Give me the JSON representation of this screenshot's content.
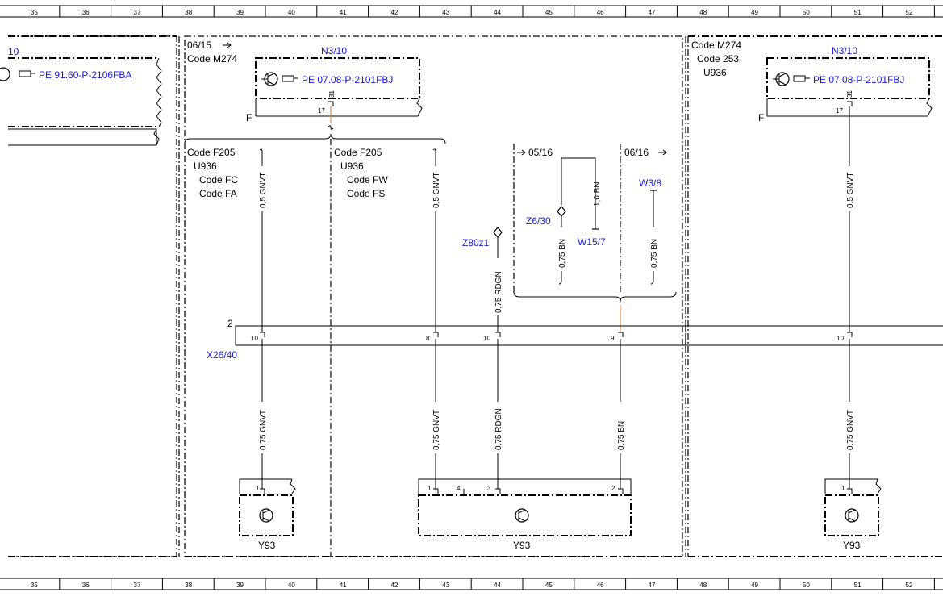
{
  "ruler": {
    "columns": [
      "35",
      "36",
      "37",
      "38",
      "39",
      "40",
      "41",
      "42",
      "43",
      "44",
      "45",
      "46",
      "47",
      "48",
      "49",
      "50",
      "51",
      "52"
    ]
  },
  "left_panel": {
    "ref_partial": "10",
    "pe_ref": "PE 91.60-P-2106FBA"
  },
  "middle_panel": {
    "date": "06/15",
    "code": "Code M274",
    "module": "N3/10",
    "pe_ref": "PE 07.08-P-2101FBJ",
    "pin_top": "31",
    "pin_bottom": "17",
    "f_label": "F",
    "branch_left": {
      "codes": [
        "Code F205",
        "U936",
        "Code FC",
        "Code FA"
      ],
      "wire_top": "0,5 GNVT",
      "pin": "10",
      "wire_bottom": "0,75 GNVT"
    },
    "branch_right": {
      "codes": [
        "Code F205",
        "U936",
        "Code FW",
        "Code FS"
      ],
      "wire_top": "0,5 GNVT",
      "pin": "8",
      "wire_bottom": "0,75 GNVT"
    },
    "z80": {
      "label": "Z80z1",
      "wire_top": "0,75 RDGN",
      "pin": "10",
      "wire_bottom": "0,75 RDGN"
    },
    "sub_area": {
      "date_left": "05/16",
      "date_right": "06/16",
      "z6": "Z6/30",
      "w15": "W15/7",
      "w3": "W3/8",
      "wire_10bn": "1,0 BN",
      "wire_z6": "0,75 BN",
      "wire_w3": "0,75 BN",
      "pin": "9",
      "wire_bottom": "0,75 BN"
    },
    "connector": {
      "label": "X26/40",
      "number": "2"
    },
    "y93_left": {
      "label": "Y93",
      "pin": "1"
    },
    "y93_right": {
      "label": "Y93",
      "pins": [
        "1",
        "4",
        "3",
        "2"
      ]
    }
  },
  "right_panel": {
    "codes": [
      "Code M274",
      "Code 253",
      "U936"
    ],
    "module": "N3/10",
    "pe_ref": "PE 07.08-P-2101FBJ",
    "pin_top": "31",
    "pin_bottom": "17",
    "f_label": "F",
    "wire_top": "0,5 GNVT",
    "pin": "10",
    "wire_bottom": "0,75 GNVT",
    "y93": {
      "label": "Y93",
      "pin": "1"
    }
  }
}
